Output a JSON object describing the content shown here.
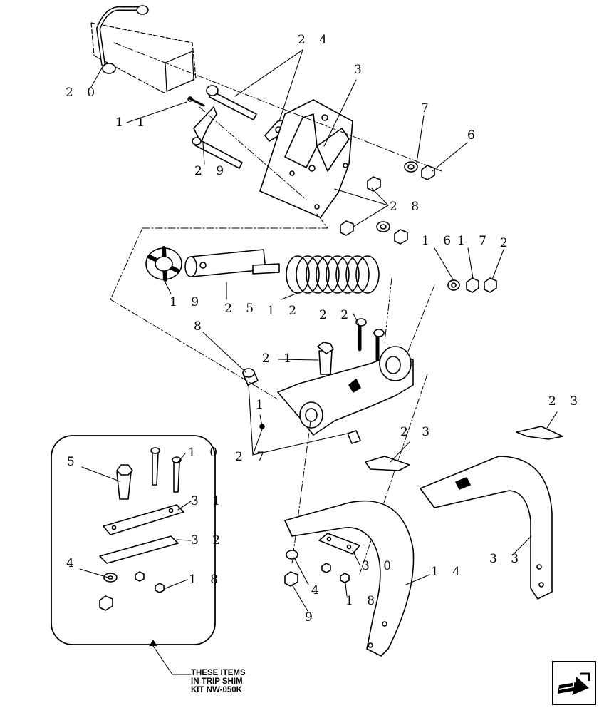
{
  "callouts": [
    "2 0",
    "2 4",
    "3",
    "1 1",
    "2 9",
    "7",
    "6",
    "2 8",
    "1 6",
    "1 7",
    "2",
    "1 9",
    "2 5",
    "1 2",
    "2 2",
    "8",
    "2 1",
    "1",
    "2 7",
    "2 3",
    "2 3",
    "5",
    "1 0",
    "3 1",
    "3 2",
    "4",
    "1 8",
    "3 0",
    "1 4",
    "3 3",
    "4",
    "1 8",
    "9"
  ],
  "kit_note": {
    "line1": "THESE ITEMS",
    "line2": "IN TRIP SHIM",
    "line3": "KIT NW-050K"
  },
  "nav_icon": "next-page-arrow-icon"
}
